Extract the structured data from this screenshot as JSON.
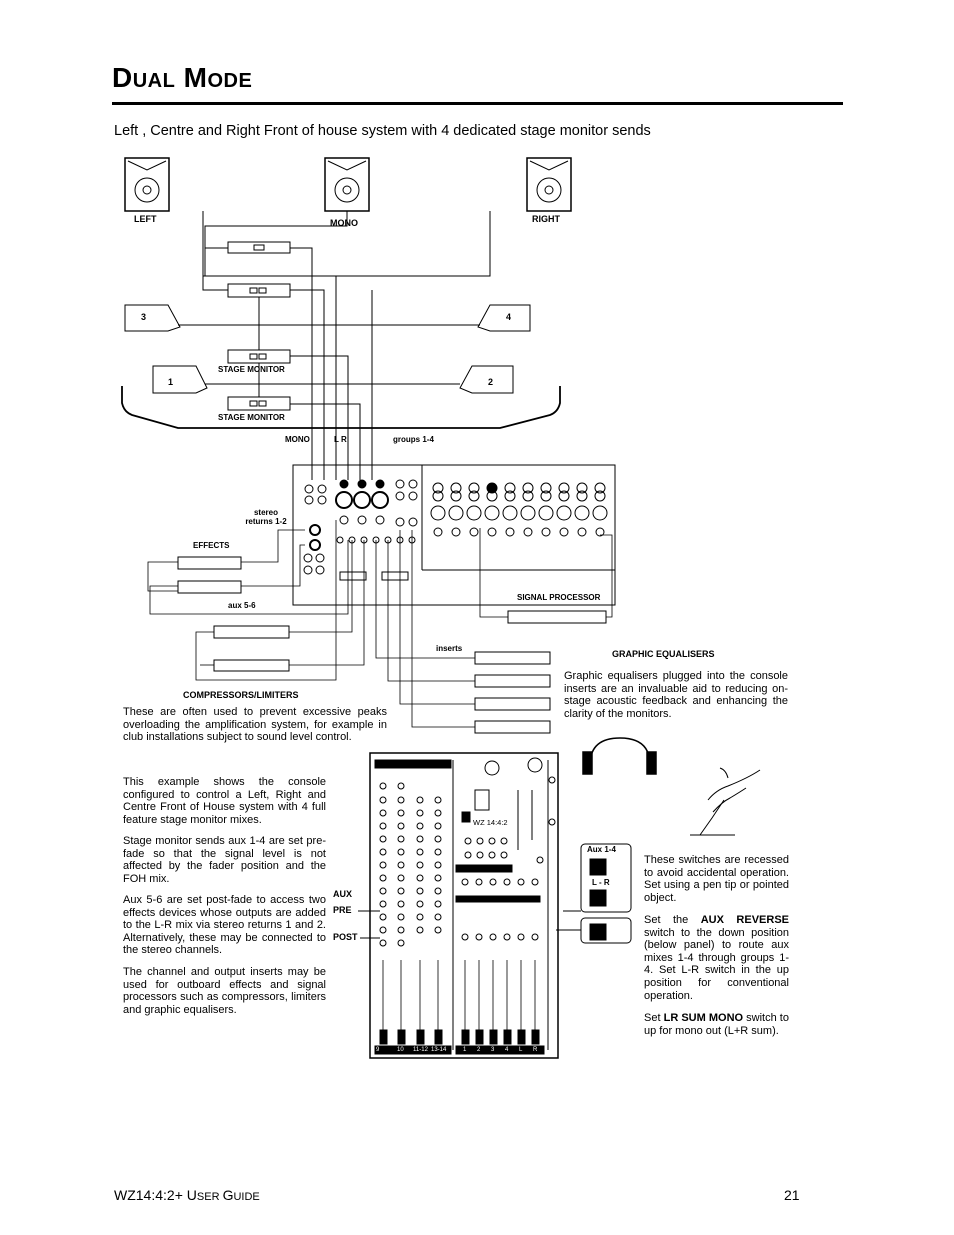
{
  "page": {
    "title_first": "D",
    "title_rest": "UAL",
    "title_first2": "M",
    "title_rest2": "ODE",
    "subtitle": "Left , Centre and Right Front of house system with 4 dedicated stage monitor sends"
  },
  "diagram": {
    "speakers": {
      "left": "LEFT",
      "mono": "MONO",
      "right": "RIGHT"
    },
    "monitors": [
      "3",
      "4",
      "1",
      "2"
    ],
    "stage_monitor_1": "STAGE MONITOR",
    "stage_monitor_2": "STAGE MONITOR",
    "bus_mono": "MONO",
    "bus_lr": "L R",
    "bus_groups": "groups 1-4",
    "stereo_returns": "stereo\nreturns 1-2",
    "effects": "EFFECTS",
    "aux56": "aux 5-6",
    "signal_processor": "SIGNAL PROCESSOR",
    "inserts": "inserts",
    "graphic_eq": "GRAPHIC EQUALISERS",
    "compressors": "COMPRESSORS/LIMITERS",
    "console_model": "WZ 14:4:2",
    "aux_label": "AUX",
    "pre_label": "PRE",
    "post_label": "POST",
    "aux14_label": "Aux 1-4",
    "lr_label": "L - R",
    "console_channels": [
      "9",
      "10",
      "11-12",
      "13-14",
      "1",
      "2",
      "3",
      "4",
      "L",
      "R"
    ]
  },
  "text": {
    "compressors_desc": "These are often used to prevent excessive peaks overloading the amplification system, for example in club installations subject to sound level control.",
    "eq_desc": "Graphic equalisers plugged into the console inserts are an invaluable aid to reducing on-stage acoustic feedback and enhancing the clarity of the monitors.",
    "p1": "This example shows the console configured to control a Left, Right and Centre Front of House system with 4 full feature stage monitor mixes.",
    "p2": "Stage monitor sends aux 1-4 are set pre-fade so that the signal level is not affected by the fader position and the FOH mix.",
    "p3": "Aux 5-6 are set post-fade to access two effects devices whose outputs are added to the L-R mix via stereo returns 1 and 2.  Alternatively, these may be connected to the stereo channels.",
    "p4": "The channel and output inserts may be used for outboard effects and signal processors such as compressors, limiters and graphic equalisers.",
    "r1": "These switches are recessed to avoid accidental operation.  Set using a pen tip or pointed object.",
    "r2_a": "Set the ",
    "r2_b": "AUX REVERSE",
    "r2_c": " switch to the down position (below panel) to route aux mixes 1-4 through groups 1-4.  Set L-R switch in the up position for conventional operation.",
    "r3_a": "Set  ",
    "r3_b": "LR SUM MONO",
    "r3_c": " switch to up  for mono out (L+R sum)."
  },
  "footer": {
    "model": "WZ14:4:2+ ",
    "u": "U",
    "ser": "SER ",
    "g": "G",
    "uide": "UIDE",
    "page_number": "21"
  }
}
